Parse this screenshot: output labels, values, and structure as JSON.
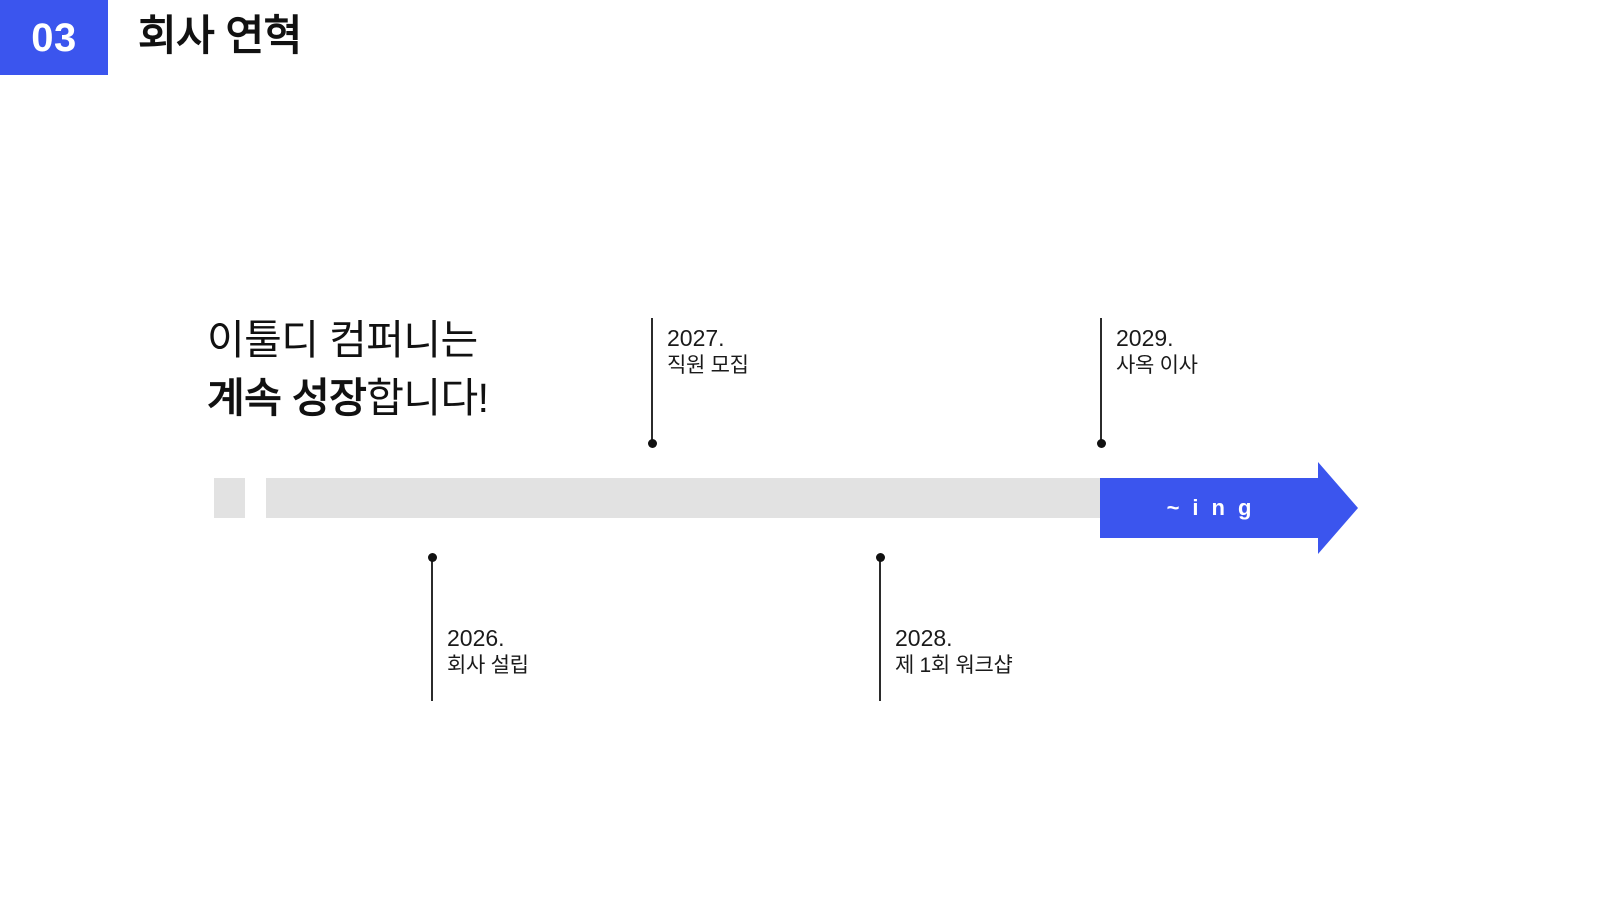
{
  "header": {
    "badge_number": "03",
    "title": "회사 연혁",
    "badge_color": "#3B55EE"
  },
  "headline": {
    "line1": "이툴디 컴퍼니는",
    "line2_bold": "계속 성장",
    "line2_rest": "합니다!"
  },
  "timeline": {
    "track_color": "#E2E2E2",
    "arrow_color": "#3B55EE",
    "arrow_label": "~ing",
    "milestones": [
      {
        "year": "2026.",
        "desc": "회사 설립",
        "position": "below"
      },
      {
        "year": "2027.",
        "desc": "직원 모집",
        "position": "above"
      },
      {
        "year": "2028.",
        "desc": "제 1회 워크샵",
        "position": "below"
      },
      {
        "year": "2029.",
        "desc": "사옥 이사",
        "position": "above"
      }
    ]
  }
}
